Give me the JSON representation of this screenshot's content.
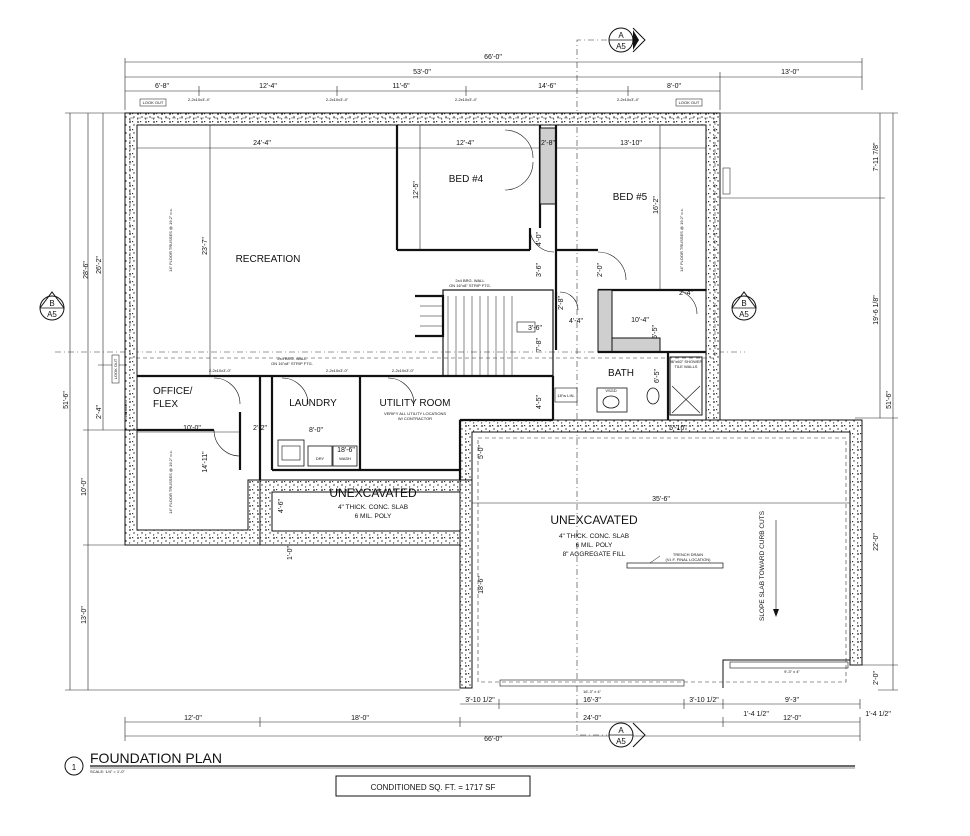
{
  "plan": {
    "title": "FOUNDATION PLAN",
    "number": "1",
    "scale": "SCALE: 1/4\" = 1'-0\"",
    "conditioned": "CONDITIONED SQ. FT. = 1717 SF"
  },
  "sections": {
    "a_top": {
      "letter": "A",
      "sheet": "A5"
    },
    "a_bottom": {
      "letter": "A",
      "sheet": "A5"
    },
    "b_left": {
      "letter": "B",
      "sheet": "A5"
    },
    "b_right": {
      "letter": "B",
      "sheet": "A5"
    }
  },
  "rooms": {
    "recreation": "RECREATION",
    "bed4": "BED #4",
    "bed5": "BED #5",
    "office1": "OFFICE/",
    "office2": "FLEX",
    "laundry": "LAUNDRY",
    "utility": "UTILITY ROOM",
    "bath": "BATH",
    "unexc_small": "UNEXCAVATED",
    "unexc_large": "UNEXCAVATED"
  },
  "notes": {
    "slab1": "4\" THICK. CONC. SLAB",
    "poly1": "6 MIL. POLY",
    "slab2": "4\" THICK. CONC. SLAB",
    "poly2": "6 MIL. POLY",
    "fill2": "8\" AGGREGATE FILL",
    "slope": "SLOPE SLAB TOWARD CURB CUTS",
    "trench": "TRENCH DRAIN",
    "trench2": "(V.I.F. FINAL LOCATION)",
    "utility_note": "VERIFY ALL UTILITY LOCATIONS",
    "utility_note2": "W/ CONTRACTOR",
    "lookout1": "LOOK OUT",
    "lookout2": "LOOK OUT",
    "lookout3": "LOOK OUT",
    "brg_wall": "2x4 BRG. WALL",
    "brg_wall2": "ON 16\"x8\" STRIP FTG.",
    "brg_wall_b": "2x4 BRG. WALL",
    "brg_wall_b2": "ON 16\"x8\" STRIP FTG.",
    "truss1": "14\" FLOOR TRUSSES @ 19.2\" o.c.",
    "truss2": "14\" FLOOR TRUSSES @ 19.2\" o.c.",
    "truss3": "14\" FLOOR TRUSSES @ 19.2\" o.c.",
    "shower": "36\"x60\" SHOWER",
    "shower2": "TILE WALLS",
    "dry": "DRY",
    "wash": "WASH",
    "lin": "18\"w LIN.",
    "vsgd": "VSGD",
    "header1": "2-2x10x3'-4\"",
    "header2": "2-2x10x3'-4\"",
    "header3": "2-2x10x3'-4\"",
    "header4": "2-2x10x3'-4\"",
    "header_r1": "2-2x10x3'-0\"",
    "header_r2": "2-2x10x3'-0\"",
    "header_r3": "2-2x10x3'-0\"",
    "header_r4": "2-2x10x3'-0\"",
    "curb": "9'-3\" x 4\"",
    "curb2": "16'-3\" x 4\""
  },
  "dims": {
    "top_overall": "66'-0\"",
    "top_53": "53'-0\"",
    "top_13": "13'-0\"",
    "t1": "6'-8\"",
    "t2": "12'-4\"",
    "t3": "11'-6\"",
    "t4": "14'-6\"",
    "t5": "8'-0\"",
    "rec_w": "24'-4\"",
    "bed4_w": "12'-4\"",
    "bed5_w": "13'-10\"",
    "hall_w": "2'-8\"",
    "bed4_h": "12'-5\"",
    "bed5_h": "16'-2\"",
    "rec_h": "23'-7\"",
    "d_4_0": "4'-0\"",
    "d_3_6": "3'-6\"",
    "d_3_6b": "3'-6\"",
    "d_2_8": "2'-8\"",
    "d_4_4": "4'-4\"",
    "d_10_4": "10'-4\"",
    "d_5_5": "5'-5\"",
    "d_7_8": "7'-8\"",
    "d_6_5": "6'-5\"",
    "d_4_5": "4'-5\"",
    "d_5_0": "5'-0\"",
    "d_8_0": "8'-0\"",
    "d_18_6": "18'-6\"",
    "d_10_0": "10'-0\"",
    "d_2_2": "2'-2\"",
    "d_14_11": "14'-11\"",
    "d_4_6": "4'-6\"",
    "d_1_0": "1'-0\"",
    "d_35_6": "35'-6\"",
    "d_18_6b": "18'-6\"",
    "d_5_10": "5'-10\"",
    "d_2_4": "2'-4\"",
    "d_2_0": "2'-0\"",
    "left_28_6": "28'-6\"",
    "left_26_2": "26'-2\"",
    "left_51_6": "51'-6\"",
    "left_2_4": "2'-4\"",
    "left_10_0": "10'-0\"",
    "left_13_0": "13'-0\"",
    "right_7_11": "7'-11 7/8\"",
    "right_19_6": "19'-6 1/8\"",
    "right_51_6": "51'-6\"",
    "right_22_0": "22'-0\"",
    "right_2_0": "2'-0\"",
    "b_3_10a": "3'-10 1/2\"",
    "b_16_3": "16'-3\"",
    "b_3_10b": "3'-10 1/2\"",
    "b_9_3": "9'-3\"",
    "b_1_4a": "1'-4 1/2\"",
    "b_1_4b": "1'-4 1/2\"",
    "bot_12a": "12'-0\"",
    "bot_18": "18'-0\"",
    "bot_24": "24'-0\"",
    "bot_12b": "12'-0\"",
    "bot_66": "66'-0\""
  }
}
